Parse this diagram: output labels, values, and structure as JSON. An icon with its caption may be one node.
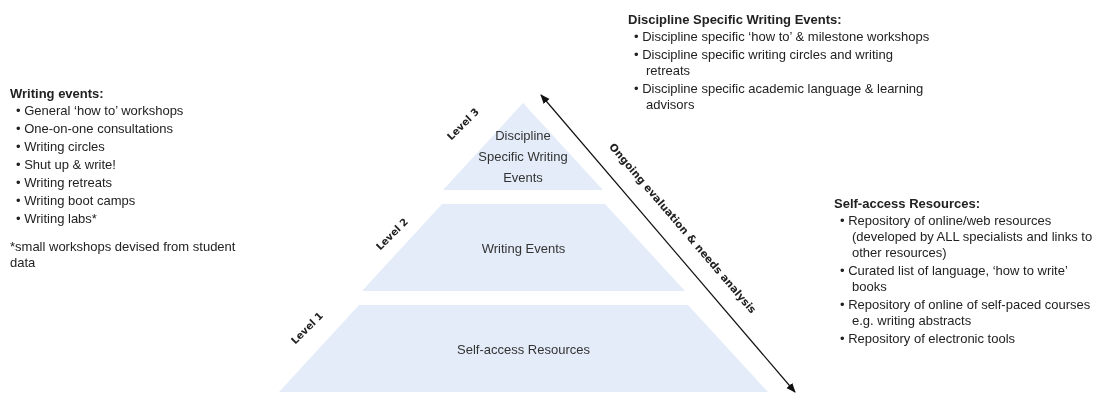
{
  "diagram": {
    "nodes": [
      {
        "text": [
          "Discipline Specific Writing Events"
        ],
        "beside": [
          "Level 3"
        ]
      },
      {
        "text": [
          "Writing Events"
        ],
        "beside": [
          "Level 2"
        ]
      },
      {
        "text": [
          "Self-access Resources"
        ],
        "beside": [
          "Level 1"
        ]
      }
    ],
    "edges": [],
    "labels": [
      "Discipline Specific Writing Events:",
      "• Discipline specific ‘how to’ & milestone workshops",
      "• Discipline specific writing circles and writing retreats",
      "• Discipline specific academic language & learning advisors",
      "Writing events:",
      "• General ‘how to’ workshops",
      "• One-on-one consultations",
      "• Writing circles",
      "• Shut up & write!",
      "• Writing retreats",
      "• Writing boot camps",
      "• Writing labs*",
      "*small workshops devised from student data",
      "Ongoing evaluation & needs analysis",
      "Self-access Resources:",
      "• Repository of online/web resources (developed by ALL specialists and links to other resources)",
      "• Curated list of language, ‘how to write’ books",
      "• Repository of online of self-paced courses e.g. writing abstracts",
      "• Repository of electronic tools"
    ]
  }
}
